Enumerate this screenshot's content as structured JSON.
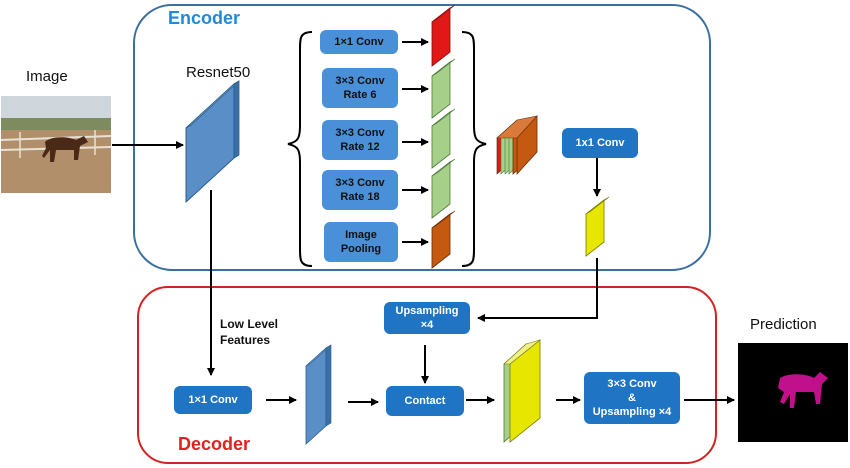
{
  "labels": {
    "image": "Image",
    "resnet": "Resnet50",
    "encoder": "Encoder",
    "decoder": "Decoder",
    "prediction": "Prediction",
    "low_level_line1": "Low Level",
    "low_level_line2": "Features"
  },
  "aspp": {
    "conv1": "1×1 Conv",
    "conv3_r6_line1": "3×3 Conv",
    "conv3_r6_line2": "Rate 6",
    "conv3_r12_line1": "3×3 Conv",
    "conv3_r12_line2": "Rate 12",
    "conv3_r18_line1": "3×3 Conv",
    "conv3_r18_line2": "Rate 18",
    "pool_line1": "Image",
    "pool_line2": "Pooling"
  },
  "encoder_conv": "1x1 Conv",
  "decoder_boxes": {
    "conv1": "1×1 Conv",
    "upsampling_line1": "Upsampling",
    "upsampling_line2": "×4",
    "contact": "Contact",
    "final_line1": "3×3 Conv",
    "final_line2": "&",
    "final_line3": "Upsampling ×4"
  },
  "colors": {
    "encoder_border": "#3a6f9f",
    "decoder_border": "#d92020",
    "box_blue": "#4a90d9",
    "box_dark": "#1f74c4",
    "feature_red": "#e01818",
    "feature_green": "#a6d08a",
    "feature_orange": "#c45a10",
    "feature_yellow": "#e6e600",
    "feature_blue": "#5a8ec6",
    "horse_magenta": "#c0108c"
  }
}
